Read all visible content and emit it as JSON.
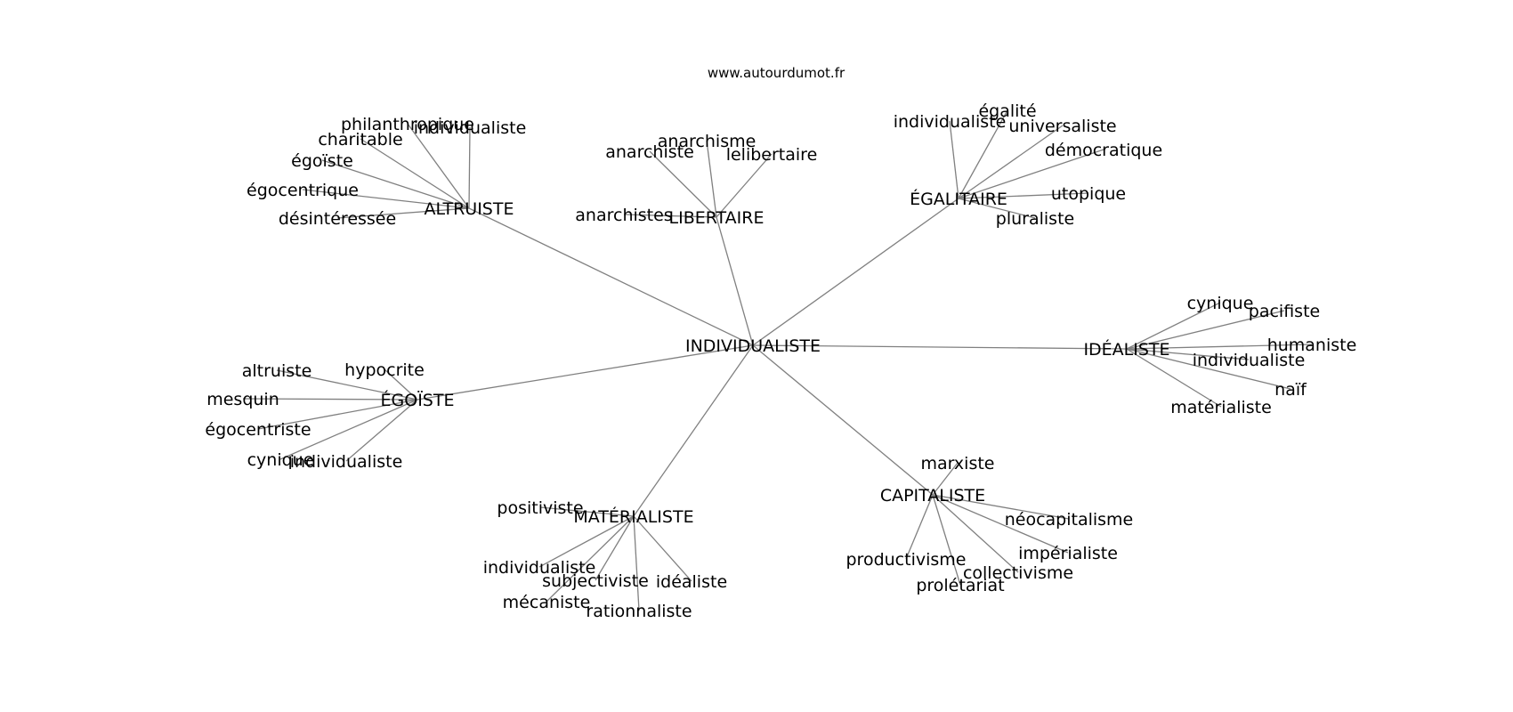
{
  "source": "www.autourdumot.fr",
  "colors": {
    "edge": "#808080",
    "text": "#000000",
    "background": "#ffffff"
  },
  "graph": {
    "center": "INDIVIDUALISTE",
    "clusters": [
      {
        "hub": "ALTRUISTE",
        "leaves": [
          "philanthropique",
          "individualiste",
          "charitable",
          "égoïste",
          "égocentrique",
          "désintéressée"
        ]
      },
      {
        "hub": "LIBERTAIRE",
        "leaves": [
          "anarchisme",
          "anarchiste",
          "lelibertaire",
          "anarchistes"
        ]
      },
      {
        "hub": "ÉGALITAIRE",
        "leaves": [
          "égalité",
          "individualiste",
          "universaliste",
          "démocratique",
          "utopique",
          "pluraliste"
        ]
      },
      {
        "hub": "IDÉALISTE",
        "leaves": [
          "cynique",
          "pacifiste",
          "humaniste",
          "individualiste",
          "naïf",
          "matérialiste"
        ]
      },
      {
        "hub": "ÉGOÏSTE",
        "leaves": [
          "altruiste",
          "hypocrite",
          "mesquin",
          "égocentriste",
          "cynique",
          "individualiste"
        ]
      },
      {
        "hub": "MATÉRIALISTE",
        "leaves": [
          "positiviste",
          "individualiste",
          "subjectiviste",
          "idéaliste",
          "mécaniste",
          "rationnaliste"
        ]
      },
      {
        "hub": "CAPITALISTE",
        "leaves": [
          "marxiste",
          "néocapitalisme",
          "productivisme",
          "impérialiste",
          "collectivisme",
          "prolétariat"
        ]
      }
    ]
  }
}
